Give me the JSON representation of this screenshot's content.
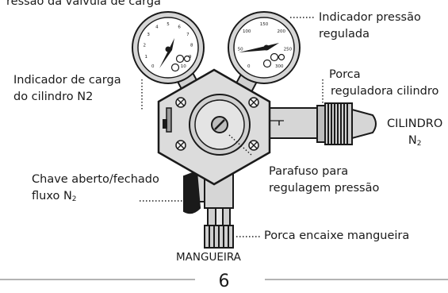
{
  "header_fragment": "ressão da válvula de carga",
  "labels": {
    "regulated_pressure": [
      "Indicador pressão",
      "regulada"
    ],
    "cylinder_charge": [
      "Indicador de carga",
      "do cilindro N2"
    ],
    "cylinder_nut": [
      "Porca",
      "reguladora cilindro"
    ],
    "cylinder": {
      "main": "CILINDRO",
      "sub_main": "N",
      "sub": "2"
    },
    "adjust_screw": [
      "Parafuso para",
      "regulagem pressão"
    ],
    "valve": {
      "line1": "Chave aberto/fechado",
      "line2_main": "fluxo N",
      "line2_sub": "2"
    },
    "hose_nut": "Porca encaixe mangueira",
    "hose": "MANGUEIRA"
  },
  "left_gauge_ticks": [
    "0",
    "1",
    "2",
    "3",
    "4",
    "5",
    "6",
    "7",
    "8",
    "9",
    "10"
  ],
  "right_gauge_ticks": [
    "0",
    "50",
    "100",
    "150",
    "200",
    "250",
    "300"
  ],
  "page_number": "6"
}
